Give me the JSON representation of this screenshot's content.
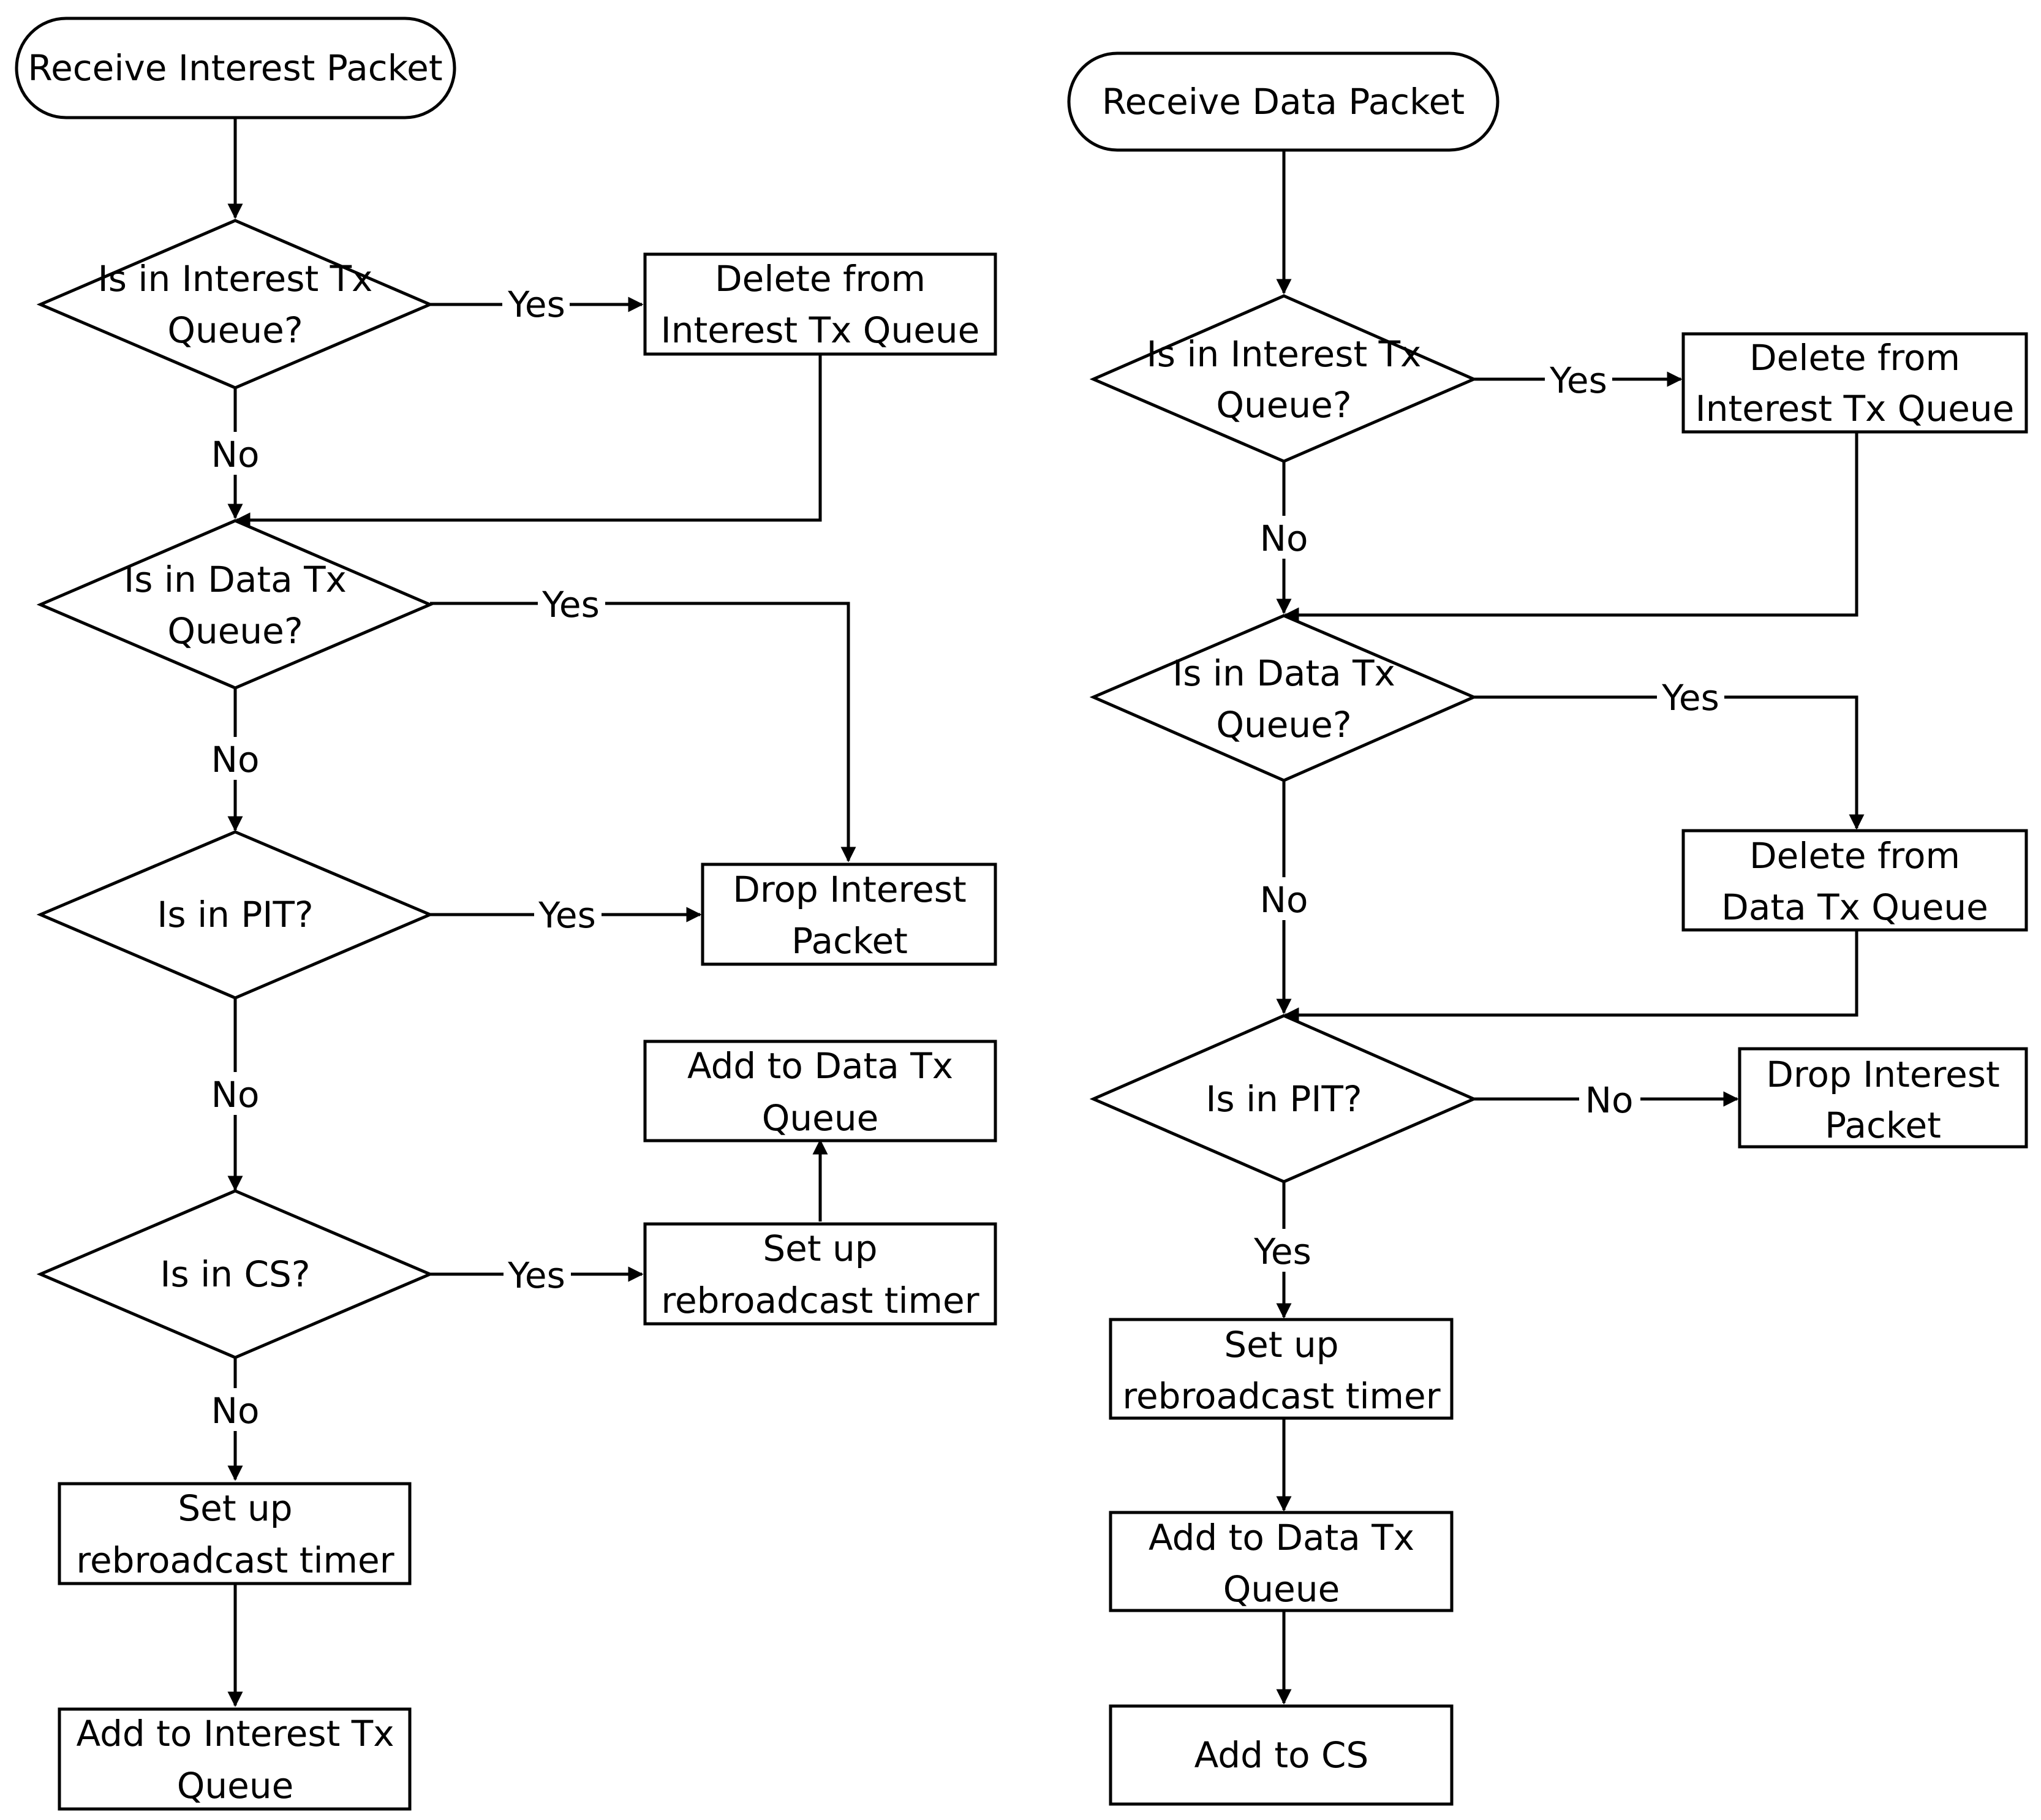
{
  "left": {
    "start": "Receive Interest Packet",
    "q_interest_tx": [
      "Is in Interest Tx",
      "Queue?"
    ],
    "del_interest_tx": [
      "Delete from",
      "Interest Tx Queue"
    ],
    "q_data_tx": [
      "Is in Data Tx",
      "Queue?"
    ],
    "q_pit": "Is in PIT?",
    "drop_interest": [
      "Drop Interest",
      "Packet"
    ],
    "q_cs": "Is in CS?",
    "add_data_tx": [
      "Add to Data Tx",
      "Queue"
    ],
    "timer_right": [
      "Set up",
      "rebroadcast timer"
    ],
    "timer_bottom": [
      "Set up",
      "rebroadcast timer"
    ],
    "add_interest_tx": [
      "Add to Interest Tx",
      "Queue"
    ]
  },
  "right": {
    "start": "Receive Data Packet",
    "q_interest_tx": [
      "Is in Interest Tx",
      "Queue?"
    ],
    "del_interest_tx": [
      "Delete from",
      "Interest Tx Queue"
    ],
    "q_data_tx": [
      "Is in Data Tx",
      "Queue?"
    ],
    "del_data_tx": [
      "Delete from",
      "Data Tx Queue"
    ],
    "q_pit": "Is in PIT?",
    "drop_interest": [
      "Drop Interest",
      "Packet"
    ],
    "timer": [
      "Set up",
      "rebroadcast timer"
    ],
    "add_data_tx": [
      "Add to Data Tx",
      "Queue"
    ],
    "add_cs": "Add to CS"
  },
  "labels": {
    "yes": "Yes",
    "no": "No"
  }
}
